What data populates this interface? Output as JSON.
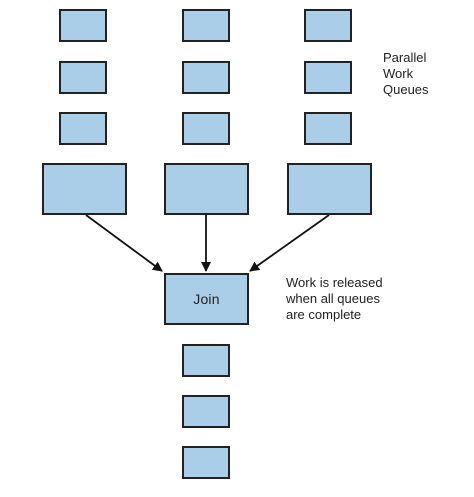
{
  "colors": {
    "box_fill": "#aacde8",
    "box_border": "#222222",
    "arrow": "#111111",
    "text": "#222222"
  },
  "queues_label": [
    "Parallel",
    "Work",
    "Queues"
  ],
  "join_label": "Join",
  "release_note": [
    "Work is released",
    "when all queues",
    "are complete"
  ]
}
